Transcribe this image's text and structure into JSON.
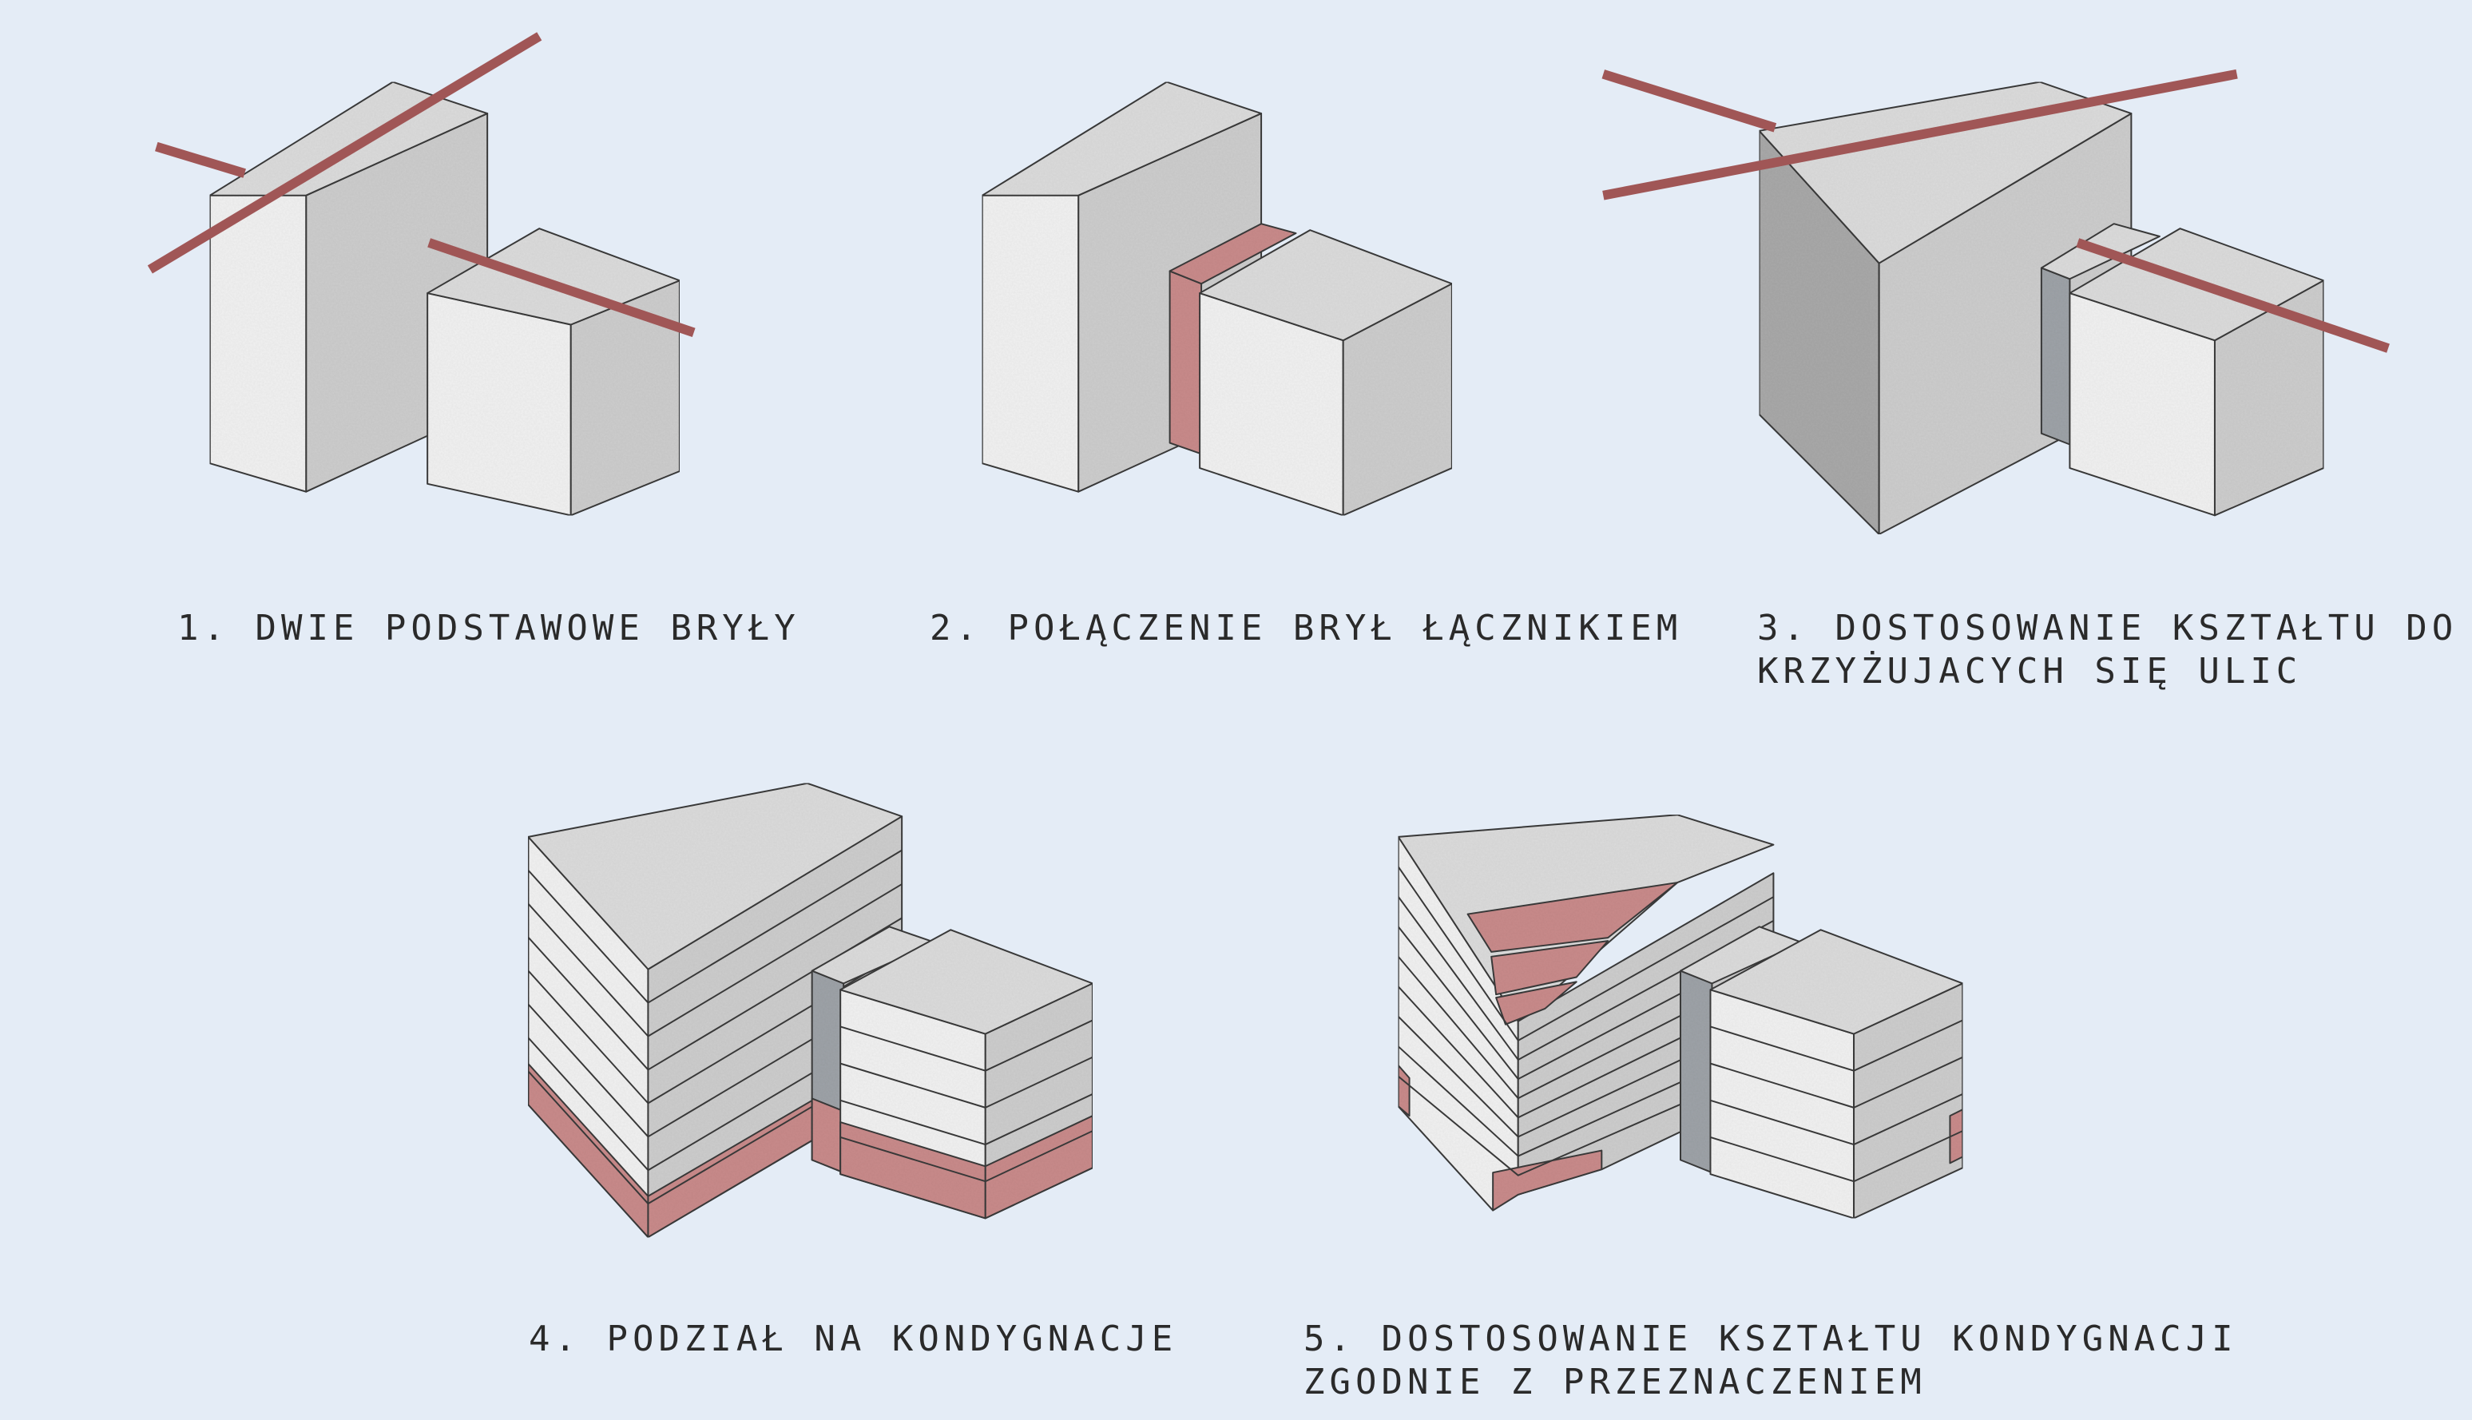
{
  "background_color": "#e4ecf6",
  "colors": {
    "volume_top": "#dcdcdc",
    "volume_left": "#f1f1f1",
    "volume_right": "#cdcdcd",
    "volume_dark": "#a9a9a9",
    "connector_accent": "#c98b8b",
    "street_line": "#a05656",
    "glass": "#9ea3a8",
    "edge": "#3b3b3b"
  },
  "steps": [
    {
      "title": "1. DWIE PODSTAWOWE BRYŁY",
      "title_line2": ""
    },
    {
      "title": "2. POŁĄCZENIE BRYŁ ŁĄCZNIKIEM",
      "title_line2": ""
    },
    {
      "title": "3. DOSTOSOWANIE KSZTAŁTU DO",
      "title_line2": "KRZYŻUJACYCH SIĘ ULIC"
    },
    {
      "title": "4. PODZIAŁ NA KONDYGNACJE",
      "title_line2": ""
    },
    {
      "title": "5. DOSTOSOWANIE KSZTAŁTU KONDYGNACJI",
      "title_line2": "ZGODNIE Z PRZEZNACZENIEM"
    }
  ]
}
